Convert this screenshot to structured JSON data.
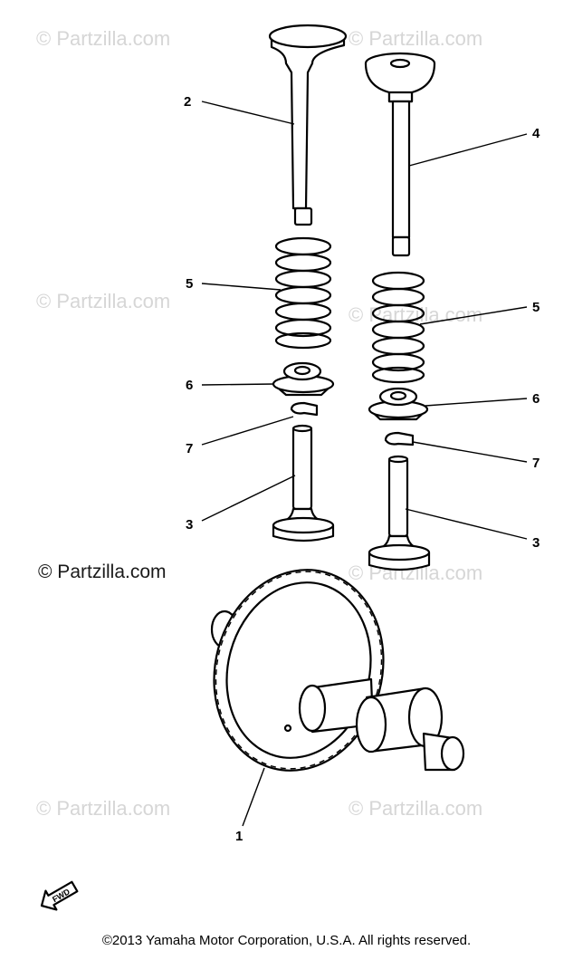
{
  "watermarks": {
    "faint": "© Partzilla.com",
    "main": "© Partzilla.com"
  },
  "callouts": {
    "camshaft": "1",
    "intake_valve": "2",
    "exhaust_valve_left": "3",
    "exhaust_valve_right": "3",
    "valve_upper_right": "4",
    "spring_left": "5",
    "spring_right": "5",
    "retainer_left": "6",
    "retainer_right": "6",
    "cotter_left": "7",
    "cotter_right": "7"
  },
  "fwd_label": "FWD",
  "copyright": "©2013 Yamaha Motor Corporation, U.S.A. All rights reserved.",
  "colors": {
    "ink": "#000000",
    "watermark": "#d6d6d6"
  }
}
